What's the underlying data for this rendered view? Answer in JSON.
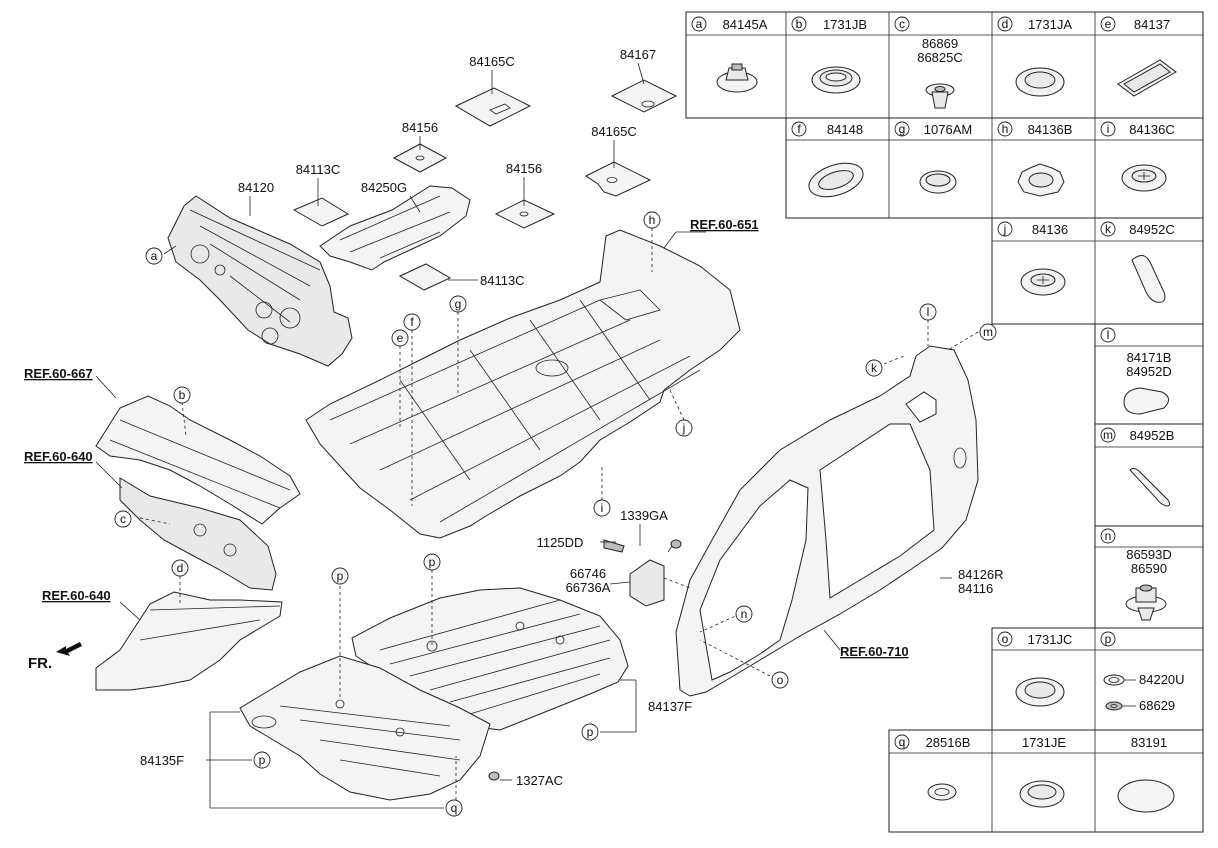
{
  "diagram": {
    "part_labels": {
      "p84120": "84120",
      "p84113C_a": "84113C",
      "p84250G": "84250G",
      "p84113C_b": "84113C",
      "p84156_a": "84156",
      "p84165C_a": "84165C",
      "p84156_b": "84156",
      "p84167": "84167",
      "p84165C_b": "84165C",
      "p1339GA": "1339GA",
      "p1125DD": "1125DD",
      "p66746": "66746",
      "p66736A": "66736A",
      "p84126R": "84126R",
      "p84116": "84116",
      "p84137F": "84137F",
      "p84135F": "84135F",
      "p1327AC": "1327AC"
    },
    "refs": {
      "r651": "REF.60-651",
      "r667": "REF.60-667",
      "r640a": "REF.60-640",
      "r640b": "REF.60-640",
      "r710": "REF.60-710"
    },
    "front_label": "FR.",
    "callouts": [
      "a",
      "b",
      "c",
      "d",
      "e",
      "f",
      "g",
      "h",
      "i",
      "j",
      "k",
      "l",
      "m",
      "n",
      "o",
      "p",
      "q"
    ]
  },
  "legend": {
    "row1": [
      {
        "letter": "a",
        "code": "84145A"
      },
      {
        "letter": "b",
        "code": "1731JB"
      },
      {
        "letter": "c",
        "code": "",
        "codes": [
          "86869",
          "86825C"
        ]
      },
      {
        "letter": "d",
        "code": "1731JA"
      },
      {
        "letter": "e",
        "code": "84137"
      }
    ],
    "row2": [
      {
        "letter": "f",
        "code": "84148"
      },
      {
        "letter": "g",
        "code": "1076AM"
      },
      {
        "letter": "h",
        "code": "84136B"
      },
      {
        "letter": "i",
        "code": "84136C"
      }
    ],
    "row3": [
      {
        "letter": "j",
        "code": "84136"
      },
      {
        "letter": "k",
        "code": "84952C"
      }
    ],
    "l": {
      "letter": "l",
      "codes": [
        "84171B",
        "84952D"
      ]
    },
    "m": {
      "letter": "m",
      "code": "84952B"
    },
    "n": {
      "letter": "n",
      "codes": [
        "86593D",
        "86590"
      ]
    },
    "o": {
      "letter": "o",
      "code": "1731JC"
    },
    "p": {
      "letter": "p",
      "codes": [
        "84220U",
        "68629"
      ]
    },
    "q": {
      "letter": "q",
      "code": "28516B"
    },
    "q2": {
      "code": "1731JE"
    },
    "q3": {
      "code": "83191"
    }
  }
}
